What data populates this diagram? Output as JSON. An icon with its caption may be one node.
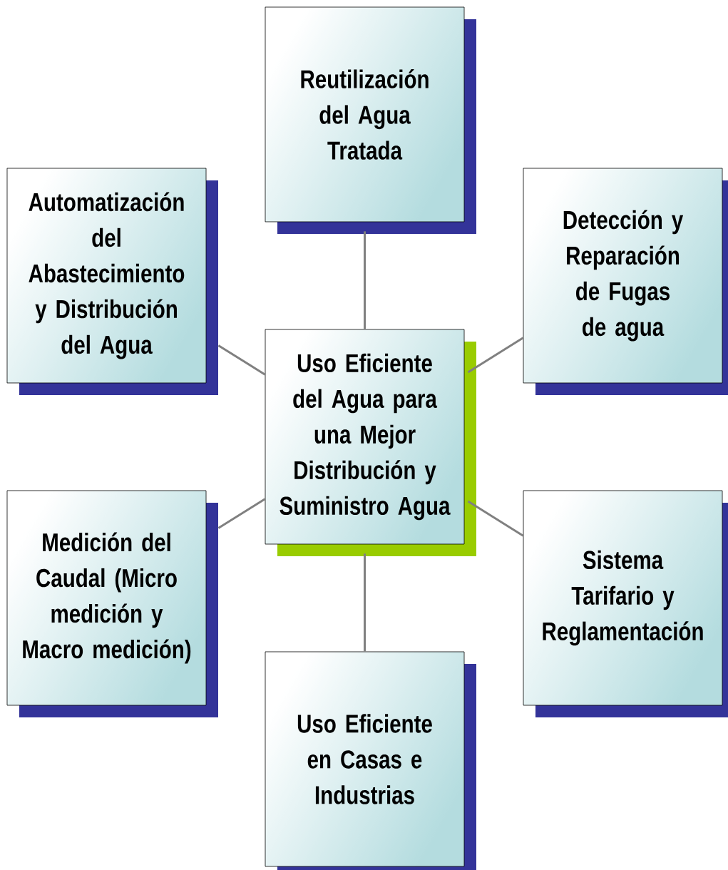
{
  "diagram": {
    "nodes": [
      {
        "text": [
          "Uso Eficiente del Agua para una Mejor Distribución y Suministro Agua"
        ]
      },
      {
        "text": [
          "Reutilización del Agua Tratada"
        ]
      },
      {
        "text": [
          "Automatización del Abastecimiento y Distribución del Agua"
        ]
      },
      {
        "text": [
          "Detección y Reparación de Fugas de agua"
        ]
      },
      {
        "text": [
          "Medición del Caudal (Micro medición y Macro medición)"
        ]
      },
      {
        "text": [
          "Sistema Tarifario y Reglamentación"
        ]
      },
      {
        "text": [
          "Uso Eficiente en Casas e Industrias"
        ]
      }
    ],
    "edges": [
      {
        "from": 0,
        "to": 1,
        "arrow": "none"
      },
      {
        "from": 0,
        "to": 2,
        "arrow": "none"
      },
      {
        "from": 0,
        "to": 3,
        "arrow": "none"
      },
      {
        "from": 0,
        "to": 4,
        "arrow": "none"
      },
      {
        "from": 0,
        "to": 5,
        "arrow": "none"
      },
      {
        "from": 0,
        "to": 6,
        "arrow": "none"
      }
    ]
  }
}
